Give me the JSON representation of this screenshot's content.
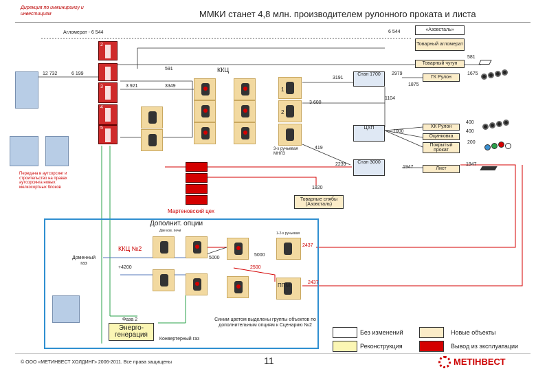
{
  "header": {
    "org_line1": "Дирекция по инжинирингу и",
    "org_line2": "инвестициям",
    "title": "ММКИ станет 4,8 млн. производителем рулонного проката и листа"
  },
  "top": {
    "aglomerat": "Агломерат - 6 544",
    "aglo_6544": "6 544",
    "azovstal": "«Азовсталь»",
    "tovarny_aglo": "Товарный агломерат",
    "v581": "581",
    "tovarny_chugun": "Товарный чугун"
  },
  "blast": {
    "ore_12732": "12 732",
    "ore_6199": "6 199",
    "v591": "591",
    "v3921": "3 921",
    "v3349": "3349",
    "furnaces": [
      "2",
      "3",
      "4",
      "5"
    ]
  },
  "kkc": {
    "label": "ККЦ",
    "v3191": "3191",
    "v3600": "3 600",
    "conv1": "1",
    "conv2": "2",
    "mnlz": "3-х ручьевая МНЛЗ",
    "v419": "419",
    "v2239": "2239",
    "v1104": "1104",
    "v1000": "1000"
  },
  "mills": {
    "stan1700": "Стан 1700",
    "v2979": "2979",
    "v1875": "1875",
    "stan3000": "Стан 3000",
    "v1947": "1947",
    "cpp": "ЦХП"
  },
  "products": {
    "gk_rulon": "ГК Рулон",
    "v1675": "1675",
    "hk_rulon": "ХК Рулон",
    "v400": "400",
    "ocinkovka": "Оцинковка",
    "v400b": "400",
    "pokr_prokat": "Покрытый прокат",
    "v200": "200",
    "list": "Лист",
    "v1947b": "1947"
  },
  "open_hearth": {
    "label": "Мартеновский цех",
    "v1820": "1820",
    "tovarnye_slyaby": "Товарные слябы (Азовсталь)",
    "note": "Передача в аутсорсинг и строительство на правах аутсорсинга новых мелкосортных блоков"
  },
  "options": {
    "title": "Дополнит. опции",
    "kkc2": "ККЦ №2",
    "dvan": "Две ков. печи",
    "domenny_gaz": "Доменный газ",
    "v4200": "+4200",
    "v5000a": "5000",
    "v5000b": "5000",
    "v2500": "2500",
    "v2437a": "2437",
    "v2437b": "2437",
    "mnlz4": "1-2-х ручьевая",
    "ppm": "ППМ",
    "faza2": "Фаза 2",
    "energo": "Энерго-генерация",
    "konv_gaz": "Конвертерный газ",
    "note": "Синим цветом выделены группы объектов по дополнительным опциям к Сценарию №2"
  },
  "legend": {
    "no_change": "Без изменений",
    "new_objects": "Новые объекты",
    "recon": "Реконструкция",
    "decommission": "Вывод из эксплуатации"
  },
  "footer": {
    "copyright": "© ООО «МЕТИНВЕСТ ХОЛДИНГ» 2006-2011. Все права защищены",
    "page": "11",
    "brand": "МЕТІНВЕСТ"
  },
  "colors": {
    "red": "#d40000",
    "green_line": "#2aa04a",
    "blue_line": "#5577bb",
    "cream": "#fbecc8",
    "yellow": "#fbf6b4",
    "option_frame": "#2f8fd0"
  }
}
